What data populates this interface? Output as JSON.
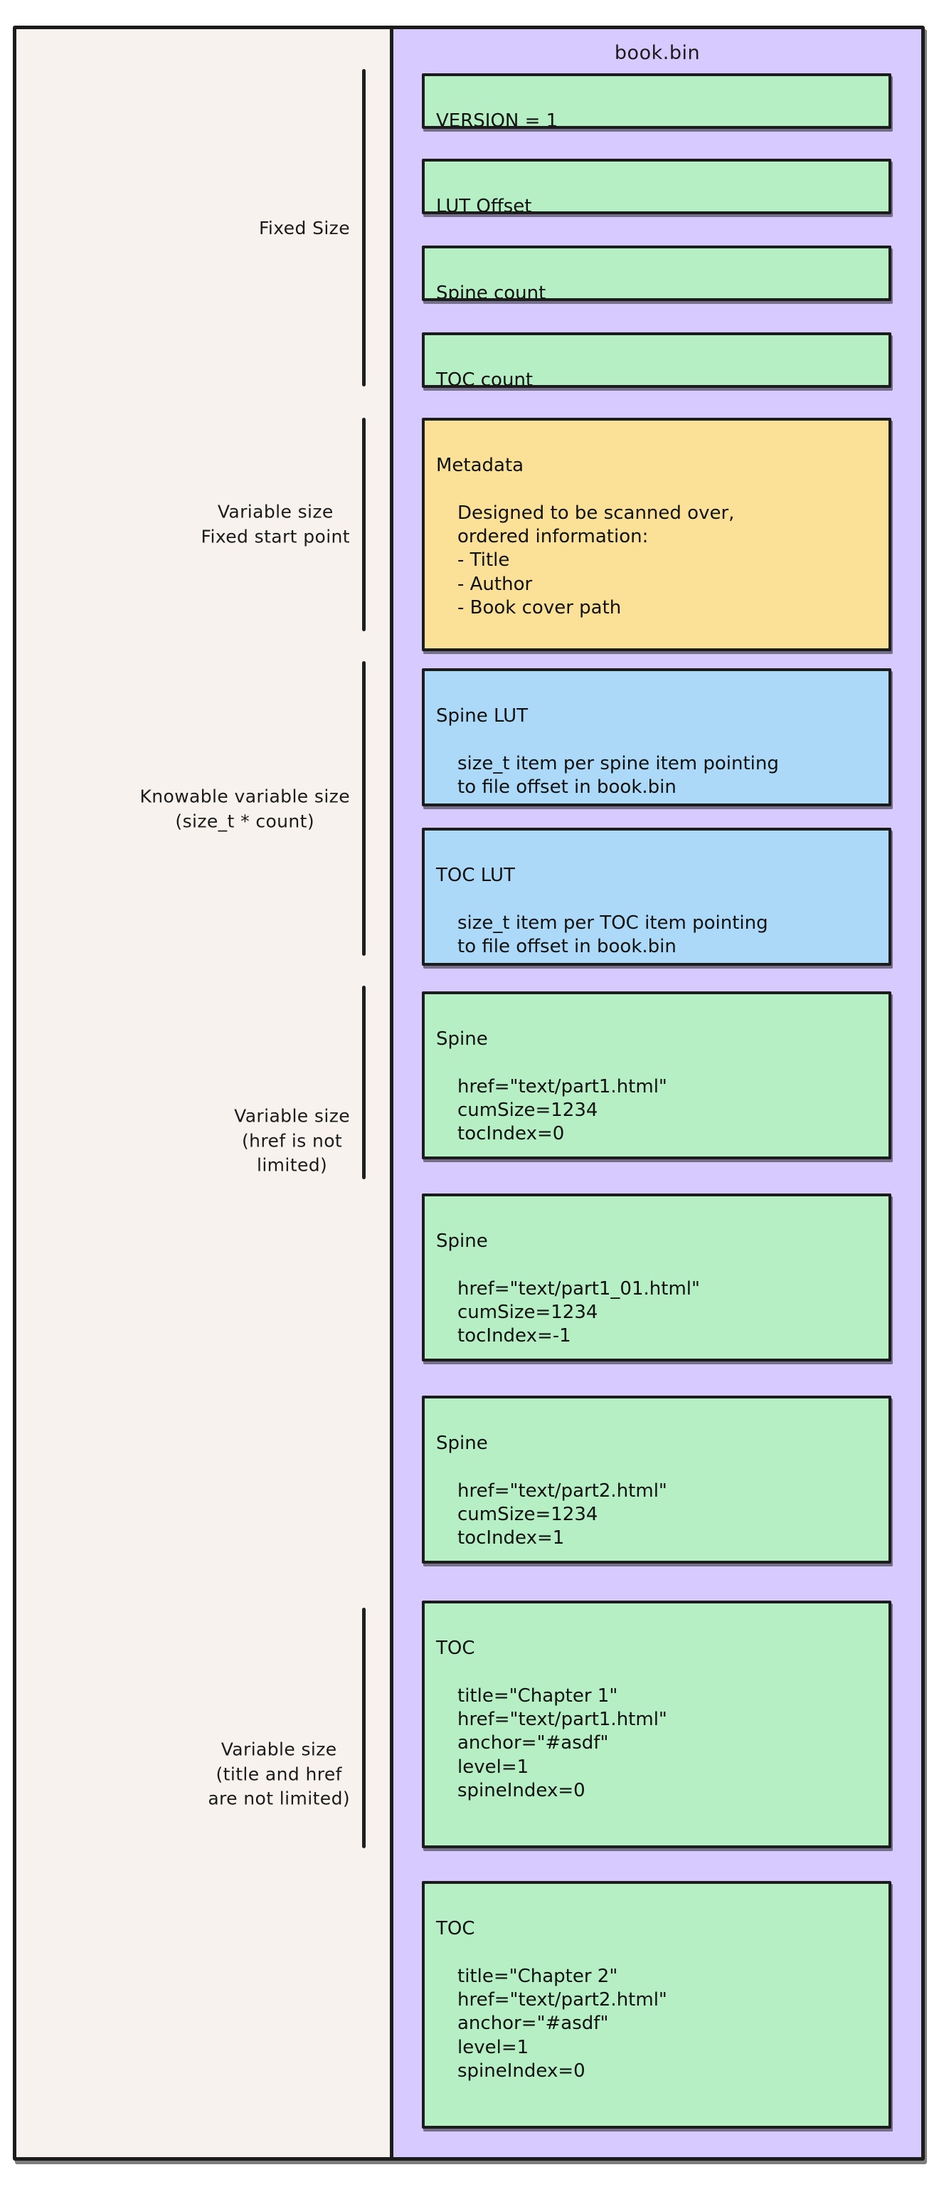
{
  "file": {
    "title": "book.bin"
  },
  "colors": {
    "page_background": "#ffffff",
    "frame_border": "#1c1c1c",
    "left_panel": "#f7f2ee",
    "file_panel": "#d6caff",
    "green_record": "#b6efc4",
    "yellow_record": "#fbe198",
    "blue_record": "#abd9f7",
    "text": "#111111"
  },
  "annotations": [
    {
      "name": "fixed-size",
      "text": "Fixed Size"
    },
    {
      "name": "variable-size-fixed-start",
      "text": "Variable size\nFixed start point"
    },
    {
      "name": "knowable-variable-size",
      "text": "Knowable variable size\n(size_t * count)"
    },
    {
      "name": "variable-size-href",
      "text": "Variable size\n(href is not\nlimited)"
    },
    {
      "name": "variable-size-title-href",
      "text": "Variable size\n(title and href\nare not limited)"
    }
  ],
  "records": [
    {
      "name": "version-record",
      "color": "green",
      "title": "VERSION = 1",
      "body": ""
    },
    {
      "name": "lut-offset-record",
      "color": "green",
      "title": "LUT Offset",
      "body": ""
    },
    {
      "name": "spine-count-record",
      "color": "green",
      "title": "Spine count",
      "body": ""
    },
    {
      "name": "toc-count-record",
      "color": "green",
      "title": "TOC count",
      "body": ""
    },
    {
      "name": "metadata-record",
      "color": "yellow",
      "title": "Metadata",
      "body": "Designed to be scanned over,\nordered information:\n   - Title\n   - Author\n   - Book cover path"
    },
    {
      "name": "spine-lut-record",
      "color": "blue",
      "title": "Spine LUT",
      "body": "size_t item per spine item pointing\nto file offset in book.bin"
    },
    {
      "name": "toc-lut-record",
      "color": "blue",
      "title": "TOC LUT",
      "body": "size_t item per TOC item pointing\nto file offset in book.bin"
    },
    {
      "name": "spine-record-1",
      "color": "green",
      "title": "Spine",
      "body": "href=\"text/part1.html\"\ncumSize=1234\ntocIndex=0"
    },
    {
      "name": "spine-record-2",
      "color": "green",
      "title": "Spine",
      "body": "href=\"text/part1_01.html\"\ncumSize=1234\ntocIndex=-1"
    },
    {
      "name": "spine-record-3",
      "color": "green",
      "title": "Spine",
      "body": "href=\"text/part2.html\"\ncumSize=1234\ntocIndex=1"
    },
    {
      "name": "toc-record-1",
      "color": "green",
      "title": "TOC",
      "body": "title=\"Chapter 1\"\nhref=\"text/part1.html\"\nanchor=\"#asdf\"\nlevel=1\nspineIndex=0"
    },
    {
      "name": "toc-record-2",
      "color": "green",
      "title": "TOC",
      "body": "title=\"Chapter 2\"\nhref=\"text/part2.html\"\nanchor=\"#asdf\"\nlevel=1\nspineIndex=0"
    }
  ]
}
